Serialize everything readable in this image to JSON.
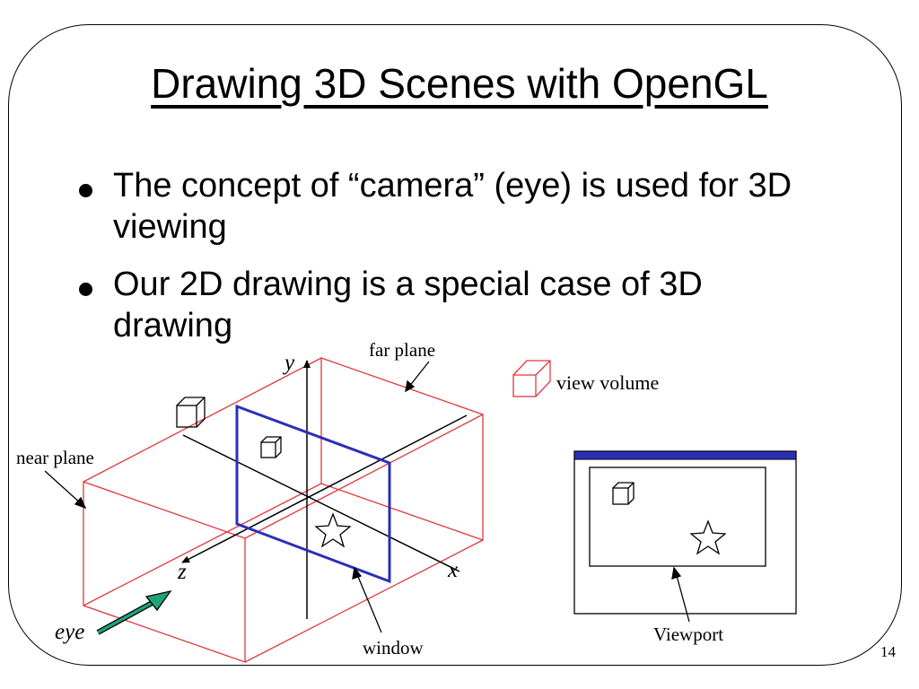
{
  "slide": {
    "title": "Drawing 3D Scenes with OpenGL",
    "bullets": [
      {
        "text": "The concept of “camera” (eye) is used for 3D viewing"
      },
      {
        "text": "Our 2D drawing is a special case of 3D drawing"
      }
    ],
    "page_number": "14"
  },
  "diagram": {
    "labels": {
      "far_plane": "far plane",
      "near_plane": "near plane",
      "view_volume": "view volume",
      "axis_y": "y",
      "axis_x": "x",
      "axis_z": "z",
      "eye": "eye",
      "window": "window",
      "viewport": "Viewport"
    },
    "colors": {
      "volume": "#e0393e",
      "window": "#2b2fb8",
      "eye_arrow": "#1fa37a",
      "titlebar": "#2b2fb8"
    }
  }
}
